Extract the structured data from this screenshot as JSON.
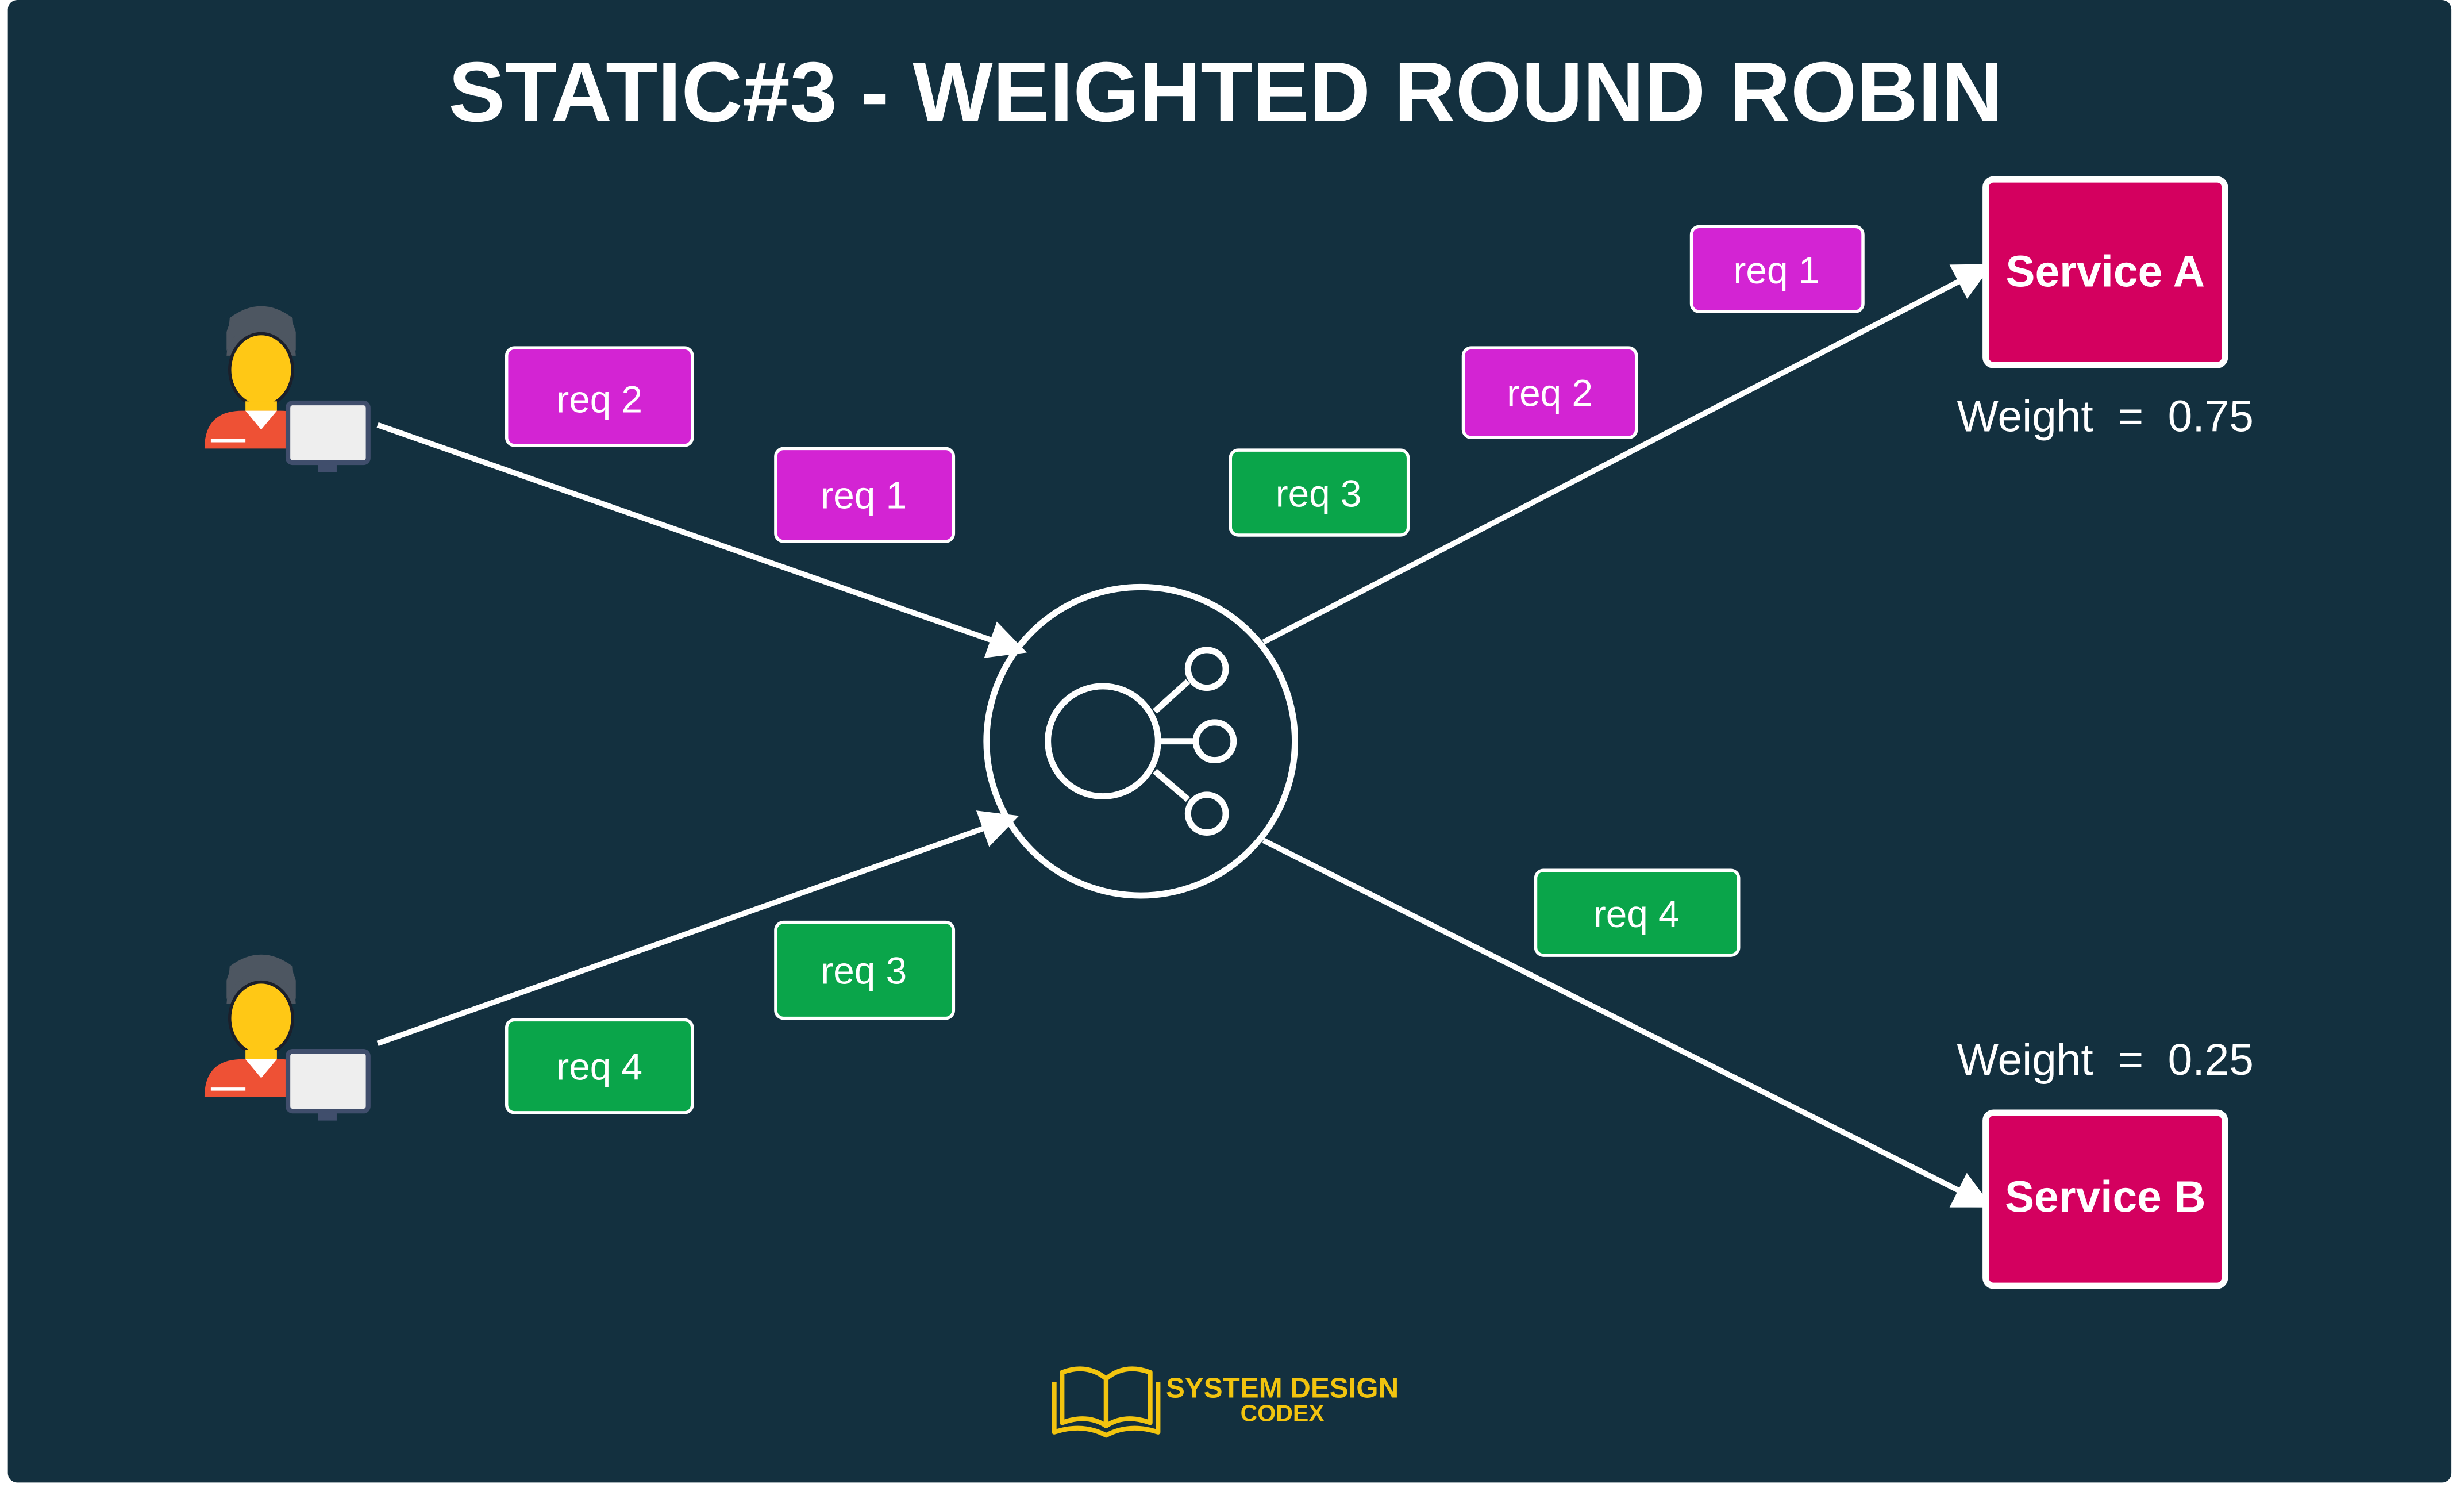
{
  "title": "STATIC#3 - WEIGHTED ROUND ROBIN",
  "colors": {
    "background": "#13303f",
    "service": "#d4005f",
    "request_purple": "#d324d3",
    "request_green": "#0aa54a",
    "line": "#ffffff",
    "logo": "#f2c40f"
  },
  "clients": [
    {
      "name": "client-1",
      "icon": "user-at-computer-icon"
    },
    {
      "name": "client-2",
      "icon": "user-at-computer-icon"
    }
  ],
  "load_balancer": {
    "icon": "load-balancer-share-icon"
  },
  "services": [
    {
      "label": "Service A",
      "weight_label": "Weight  =  0.75"
    },
    {
      "label": "Service B",
      "weight_label": "Weight  =  0.25"
    }
  ],
  "requests": {
    "client1": [
      {
        "label": "req 2",
        "color": "#d324d3"
      },
      {
        "label": "req 1",
        "color": "#d324d3"
      }
    ],
    "client2": [
      {
        "label": "req 3",
        "color": "#0aa54a"
      },
      {
        "label": "req 4",
        "color": "#0aa54a"
      }
    ],
    "to_service_a": [
      {
        "label": "req 1",
        "color": "#d324d3"
      },
      {
        "label": "req 2",
        "color": "#d324d3"
      },
      {
        "label": "req 3",
        "color": "#0aa54a"
      }
    ],
    "to_service_b": [
      {
        "label": "req 4",
        "color": "#0aa54a"
      }
    ]
  },
  "logo": {
    "line1": "SYSTEM DESIGN",
    "line2": "CODEX",
    "icon": "open-book-icon"
  }
}
